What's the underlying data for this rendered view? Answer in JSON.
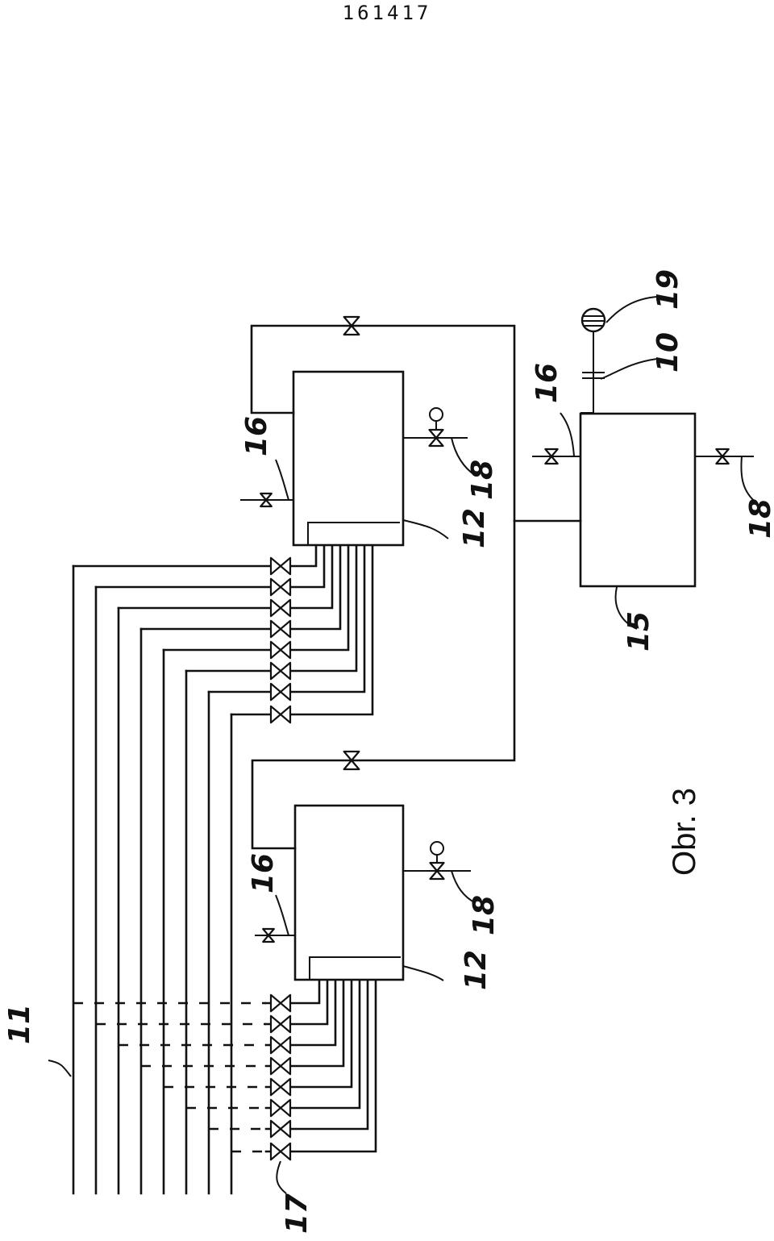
{
  "patent_number": "161417",
  "figure_caption": "Obr. 3",
  "labels": {
    "manifold": "11",
    "tank_upper": "12",
    "tank_lower": "12",
    "chamber": "15",
    "vent_upper": "16",
    "vent_lower": "16",
    "vent_chamber": "16",
    "valve_row": "17",
    "drain_upper": "18",
    "drain_lower": "18",
    "drain_chamber": "18",
    "gauge": "19",
    "orifice": "10"
  }
}
